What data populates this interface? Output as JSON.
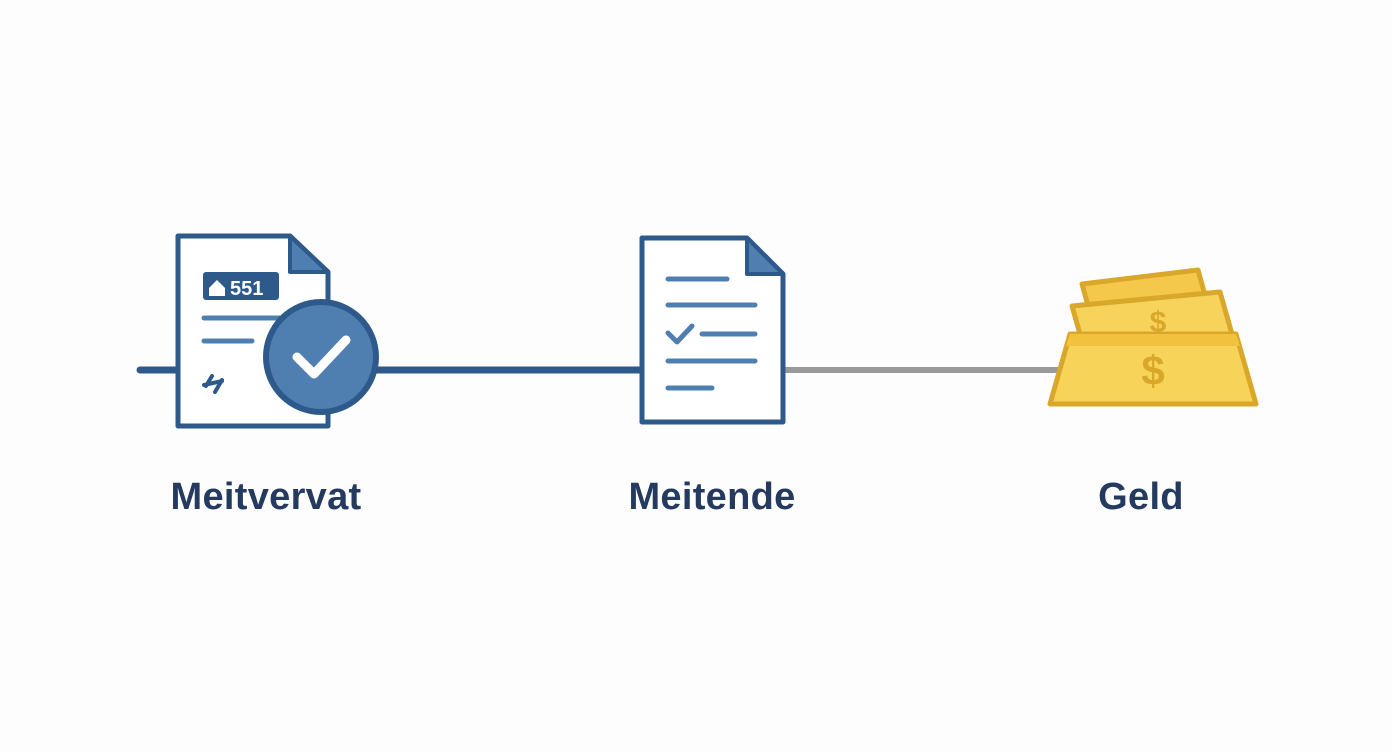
{
  "steps": [
    {
      "label": "Meitvervat",
      "icon": "document-check-icon",
      "badge_text": "551"
    },
    {
      "label": "Meitende",
      "icon": "checklist-document-icon"
    },
    {
      "label": "Geld",
      "icon": "gold-bars-icon"
    }
  ],
  "colors": {
    "primary": "#2d5a8a",
    "accent": "#4f7fb0",
    "label": "#243a5e",
    "connector_pending": "#9a9a9a",
    "gold": "#f4c84a",
    "gold_dark": "#d9a82a",
    "background": "#fdfdfd"
  }
}
